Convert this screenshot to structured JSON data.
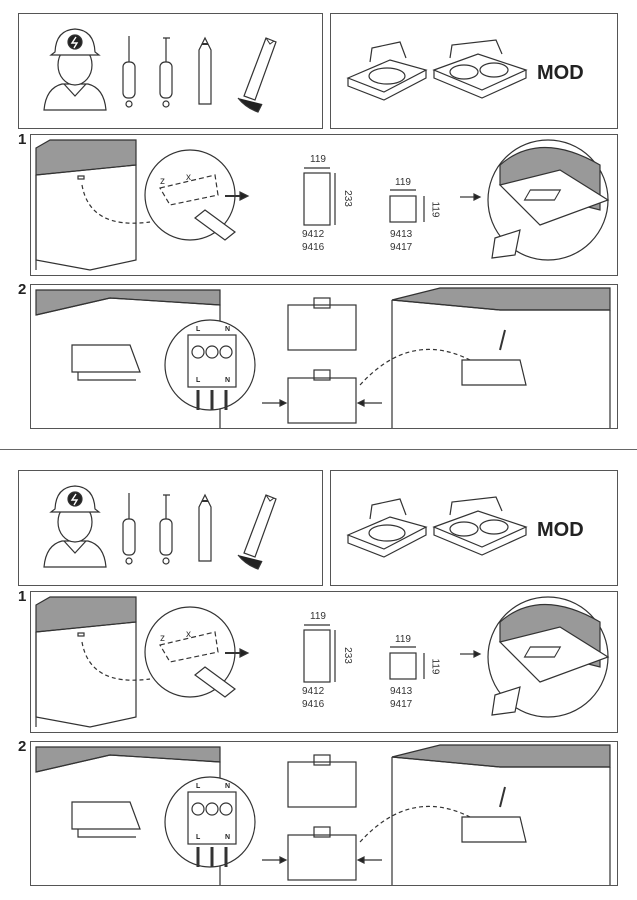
{
  "sections": [
    {
      "product_label": "MOD",
      "step1": {
        "number": "1",
        "rect_width": "119",
        "rect_height": "233",
        "rect_codes": [
          "9412",
          "9416"
        ],
        "square_width": "119",
        "square_height": "119",
        "square_codes": [
          "9413",
          "9417"
        ],
        "measure_labels": [
          "z",
          "x"
        ]
      },
      "step2": {
        "number": "2",
        "terminal_labels": [
          "L",
          "N",
          "L",
          "N"
        ]
      }
    },
    {
      "product_label": "MOD",
      "step1": {
        "number": "1",
        "rect_width": "119",
        "rect_height": "233",
        "rect_codes": [
          "9412",
          "9416"
        ],
        "square_width": "119",
        "square_height": "119",
        "square_codes": [
          "9413",
          "9417"
        ],
        "measure_labels": [
          "z",
          "x"
        ]
      },
      "step2": {
        "number": "2",
        "terminal_labels": [
          "L",
          "N",
          "L",
          "N"
        ]
      }
    }
  ]
}
